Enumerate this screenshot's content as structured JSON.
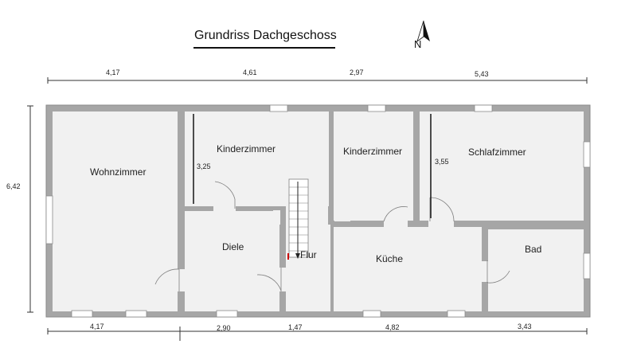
{
  "title": "Grundriss Dachgeschoss",
  "compass": {
    "label": "N",
    "icon": "north-arrow-icon"
  },
  "rooms": {
    "wohnzimmer": "Wohnzimmer",
    "kinderzimmer_1": "Kinderzimmer",
    "kinderzimmer_2": "Kinderzimmer",
    "schlafzimmer": "Schlafzimmer",
    "diele": "Diele",
    "flur": "Flur",
    "kueche": "Küche",
    "bad": "Bad"
  },
  "dimensions": {
    "top": [
      "4,17",
      "4,61",
      "2,97",
      "5,43"
    ],
    "bottom": [
      "4,17",
      "2,90",
      "1,47",
      "4,82",
      "3,43"
    ],
    "left": "6,42",
    "inner_kinderzimmer": "3,25",
    "inner_schlafzimmer": "3,55"
  },
  "colors": {
    "wall": "#a6a6a6",
    "wall_outline": "#8a8a8a",
    "floor": "#f1f1f1",
    "dimension_line": "#333333"
  }
}
